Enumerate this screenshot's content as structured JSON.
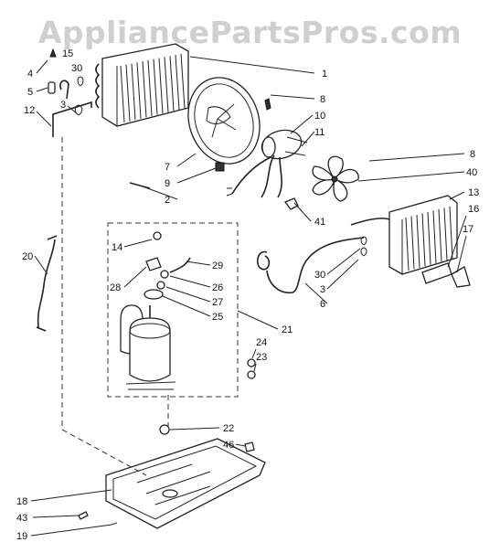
{
  "watermark": "AppliancePartsPros.com",
  "callouts": [
    {
      "id": "c1",
      "text": "1"
    },
    {
      "id": "c4",
      "text": "4"
    },
    {
      "id": "c15",
      "text": "15"
    },
    {
      "id": "c30a",
      "text": "30"
    },
    {
      "id": "c5",
      "text": "5"
    },
    {
      "id": "c3a",
      "text": "3"
    },
    {
      "id": "c12",
      "text": "12"
    },
    {
      "id": "c8a",
      "text": "8"
    },
    {
      "id": "c10",
      "text": "10"
    },
    {
      "id": "c11",
      "text": "11"
    },
    {
      "id": "c7",
      "text": "7"
    },
    {
      "id": "c9",
      "text": "9"
    },
    {
      "id": "c2",
      "text": "2"
    },
    {
      "id": "c8b",
      "text": "8"
    },
    {
      "id": "c40",
      "text": "40"
    },
    {
      "id": "c13",
      "text": "13"
    },
    {
      "id": "c16",
      "text": "16"
    },
    {
      "id": "c17",
      "text": "17"
    },
    {
      "id": "c41",
      "text": "41"
    },
    {
      "id": "c20",
      "text": "20"
    },
    {
      "id": "c14",
      "text": "14"
    },
    {
      "id": "c29",
      "text": "29"
    },
    {
      "id": "c28",
      "text": "28"
    },
    {
      "id": "c26",
      "text": "26"
    },
    {
      "id": "c27",
      "text": "27"
    },
    {
      "id": "c25",
      "text": "25"
    },
    {
      "id": "c21",
      "text": "21"
    },
    {
      "id": "c30b",
      "text": "30"
    },
    {
      "id": "c3b",
      "text": "3"
    },
    {
      "id": "c6",
      "text": "6"
    },
    {
      "id": "c24",
      "text": "24"
    },
    {
      "id": "c23",
      "text": "23"
    },
    {
      "id": "c22",
      "text": "22"
    },
    {
      "id": "c46",
      "text": "46"
    },
    {
      "id": "c18",
      "text": "18"
    },
    {
      "id": "c43",
      "text": "43"
    },
    {
      "id": "c19",
      "text": "19"
    }
  ]
}
